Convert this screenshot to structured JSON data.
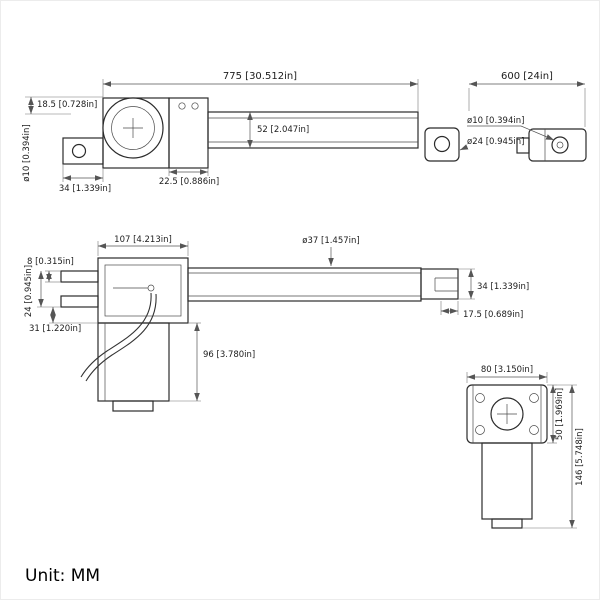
{
  "unit": {
    "label": "Unit:  MM"
  },
  "top_view": {
    "overall_length": "775 [30.512in]",
    "stroke_length": "600 [24in]",
    "offset_18_5": "18.5 [0.728in]",
    "tube_od_52": "52 [2.047in]",
    "width_22_5": "22.5 [0.886in]",
    "mount_width_34": "34 [1.339in]",
    "rear_hole_dia": "ø10 [0.394in]",
    "front_hole_dia": "ø10 [0.394in]",
    "clevis_od_24": "ø24 [0.945in]"
  },
  "side_view": {
    "gearbox_width_107": "107 [4.213in]",
    "tube_dia_37": "ø37 [1.457in]",
    "slot_8": "8 [0.315in]",
    "fork_width_24": "24 [0.945in]",
    "offset_31": "31 [1.220in]",
    "motor_length_96": "96 [3.780in]",
    "clevis_width_34": "34 [1.339in]",
    "clevis_depth_17_5": "17.5 [0.689in]"
  },
  "end_view": {
    "flange_width_80": "80 [3.150in]",
    "flange_height_50": "50 [1.969in]",
    "motor_height_146": "146 [5.748in]"
  }
}
